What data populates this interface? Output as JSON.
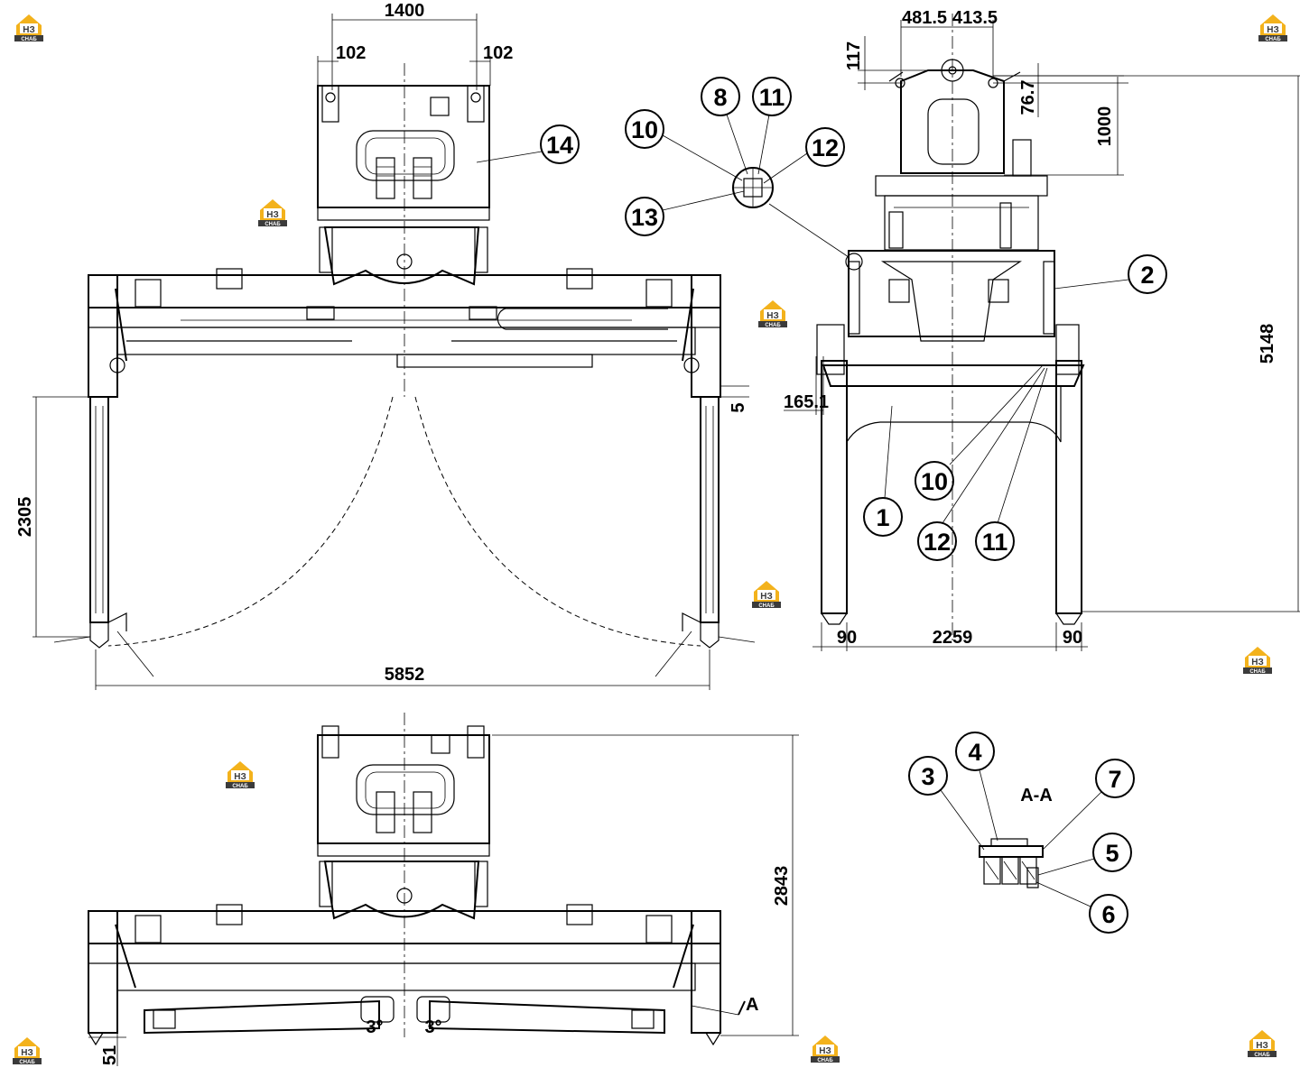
{
  "brand": {
    "logo_letters": "НЗ",
    "logo_caption": "СНАБ",
    "accent": "#f3b21c",
    "dark": "#3b3b3b"
  },
  "dimensions": {
    "top_width": "1400",
    "left_ear": "102",
    "right_ear": "102",
    "opening_height": "2305",
    "total_width": "5852",
    "offset_small": "5",
    "side_left_w": "481.5",
    "side_right_w": "413.5",
    "side_top_h": "117",
    "side_pin": "76.7",
    "side_head_h": "1000",
    "side_total_h": "5148",
    "side_offset": "165.1",
    "side_leg_left": "90",
    "side_span": "2259",
    "side_leg_right": "90",
    "closed_height": "2843",
    "bottom_gap": "51",
    "angle_left": "3°",
    "angle_right": "3°",
    "section_mark": "A"
  },
  "section_title": "А-А",
  "balloons": {
    "b1": "1",
    "b2": "2",
    "b3": "3",
    "b4": "4",
    "b5": "5",
    "b6": "6",
    "b7": "7",
    "b8": "8",
    "b10a": "10",
    "b10b": "10",
    "b11a": "11",
    "b11b": "11",
    "b12a": "12",
    "b12b": "12",
    "b13": "13",
    "b14": "14"
  }
}
